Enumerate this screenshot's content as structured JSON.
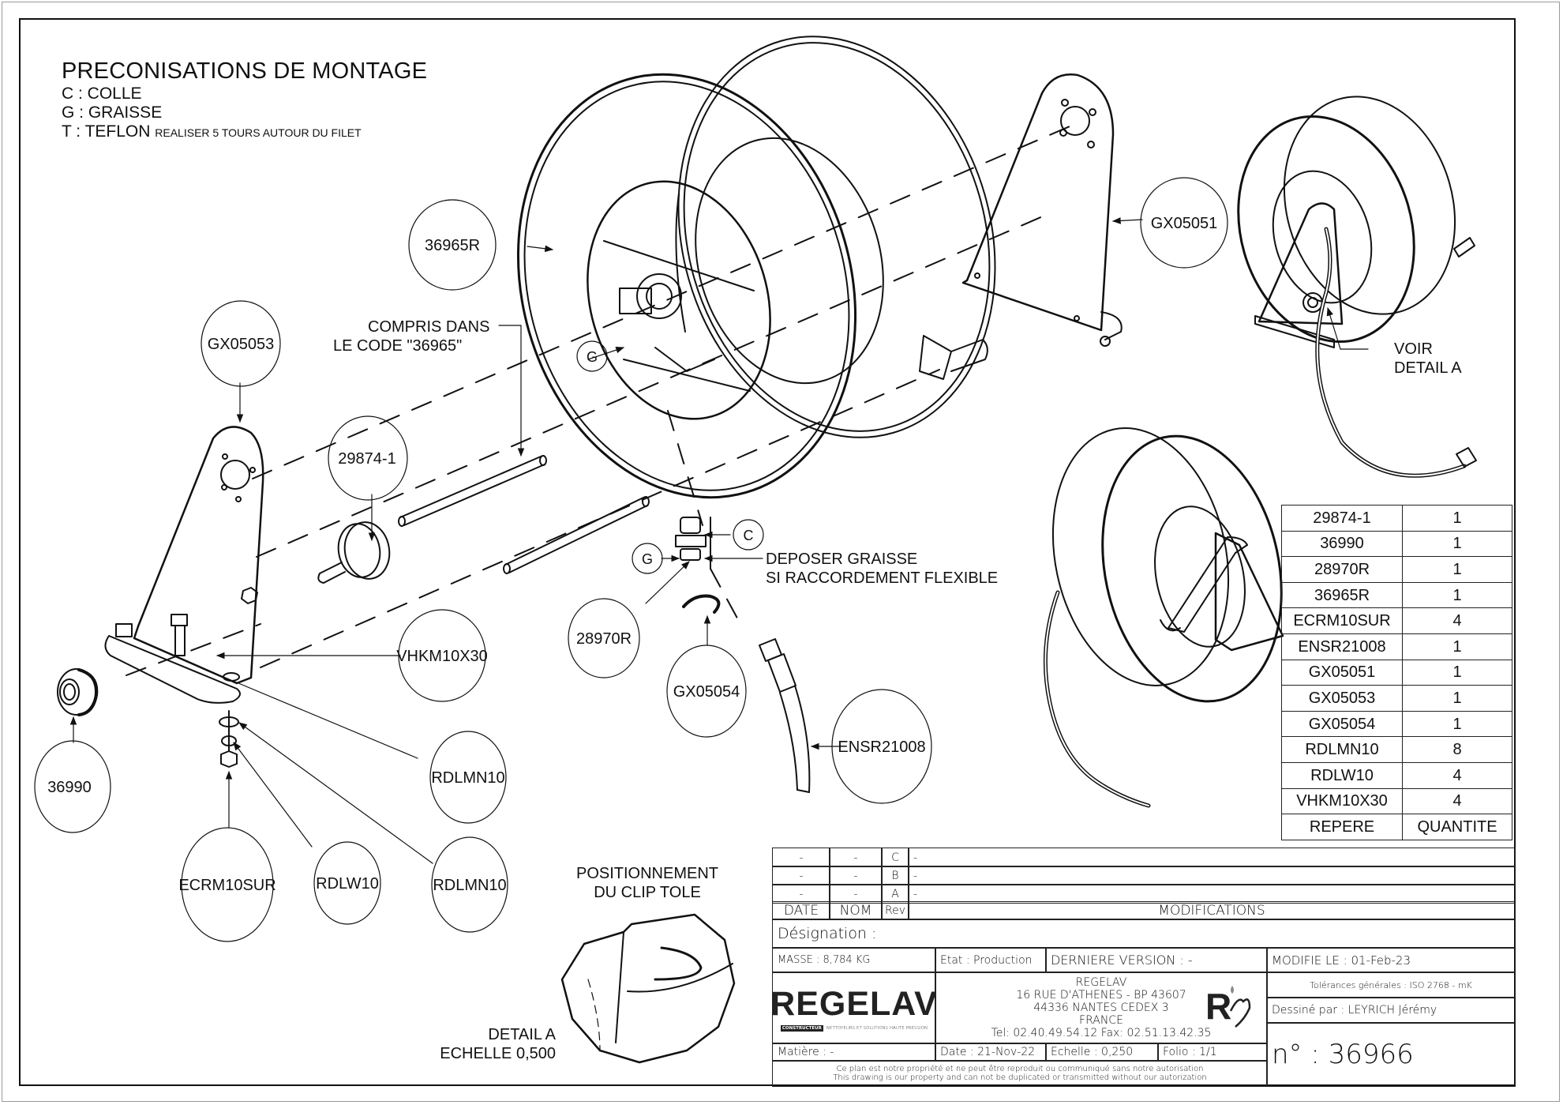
{
  "notes": {
    "title": "PRECONISATIONS DE MONTAGE",
    "lines": [
      "C : COLLE",
      "G : GRAISSE",
      "T : TEFLON"
    ],
    "teflon_detail": "REALISER 5 TOURS AUTOUR DU FILET"
  },
  "annotations": {
    "compris_line1": "COMPRIS DANS",
    "compris_line2": "LE CODE \"36965\"",
    "deposer_line1": "DEPOSER GRAISSE",
    "deposer_line2": "SI RACCORDEMENT FLEXIBLE",
    "voir_line1": "VOIR",
    "voir_line2": "DETAIL  A",
    "positionnement_line1": "POSITIONNEMENT",
    "positionnement_line2": "DU CLIP TOLE",
    "detail_line1": "DETAIL  A",
    "detail_line2": "ECHELLE  0,500"
  },
  "callouts": {
    "reel": "36965R",
    "bracket_right": "GX05051",
    "bracket_left": "GX05053",
    "bearing": "29874-1",
    "bolt": "VHKM10X30",
    "knob": "36990",
    "nut_top": "RDLMN10",
    "washer": "ECRM10SUR",
    "lock_washer": "RDLW10",
    "nut_bottom": "RDLMN10",
    "swivel": "28970R",
    "clip": "GX05054",
    "hose": "ENSR21008"
  },
  "markers": {
    "glue": "C",
    "grease": "G"
  },
  "parts_table": {
    "header": {
      "ref": "REPERE",
      "qty": "QUANTITE"
    },
    "rows": [
      {
        "ref": "29874-1",
        "qty": "1"
      },
      {
        "ref": "36990",
        "qty": "1"
      },
      {
        "ref": "28970R",
        "qty": "1"
      },
      {
        "ref": "36965R",
        "qty": "1"
      },
      {
        "ref": "ECRM10SUR",
        "qty": "4"
      },
      {
        "ref": "ENSR21008",
        "qty": "1"
      },
      {
        "ref": "GX05051",
        "qty": "1"
      },
      {
        "ref": "GX05053",
        "qty": "1"
      },
      {
        "ref": "GX05054",
        "qty": "1"
      },
      {
        "ref": "RDLMN10",
        "qty": "8"
      },
      {
        "ref": "RDLW10",
        "qty": "4"
      },
      {
        "ref": "VHKM10X30",
        "qty": "4"
      }
    ]
  },
  "title_block": {
    "revisions": [
      {
        "date": "-",
        "nom": "-",
        "rev": "C",
        "modif": "-"
      },
      {
        "date": "-",
        "nom": "-",
        "rev": "B",
        "modif": "-"
      },
      {
        "date": "-",
        "nom": "-",
        "rev": "A",
        "modif": "-"
      }
    ],
    "rev_header": {
      "date": "DATE",
      "nom": "NOM",
      "rev": "Rev",
      "modifications": "MODIFICATIONS"
    },
    "designation": "Désignation :",
    "masse": "MASSE : 8,784 KG",
    "etat": "Etat : Production",
    "derniere_version": "DERNIERE VERSION : -",
    "modifie_le": "MODIFIE LE : 01-Feb-23",
    "company": {
      "logo": "REGELAV",
      "logo_tag": "CONSTRUCTEUR",
      "logo_tagline": "NETTOYEURS ET SOLUTIONS HAUTE PRESSION",
      "name": "REGELAV",
      "address1": "16 RUE D'ATHENES - BP 43607",
      "address2": "44336 NANTES CEDEX 3",
      "country": "FRANCE",
      "phone": "Tel:  02.40.49.54.12  Fax:  02.51.13.42.35"
    },
    "tolerances": "Tolérances générales : ISO 2768 - mK",
    "dessine_par": "Dessiné par : LEYRICH Jérémy",
    "matiere": "Matière : -",
    "date": "Date : 21-Nov-22",
    "echelle": "Echelle : 0,250",
    "folio": "Folio : 1/1",
    "drawing_number": "n° : 36966",
    "copyright_fr": "Ce plan est notre propriété et ne peut être reproduit ou communiqué sans notre autorisation",
    "copyright_en": "This drawing is our property and can not be duplicated or transmitted without our autorization"
  }
}
